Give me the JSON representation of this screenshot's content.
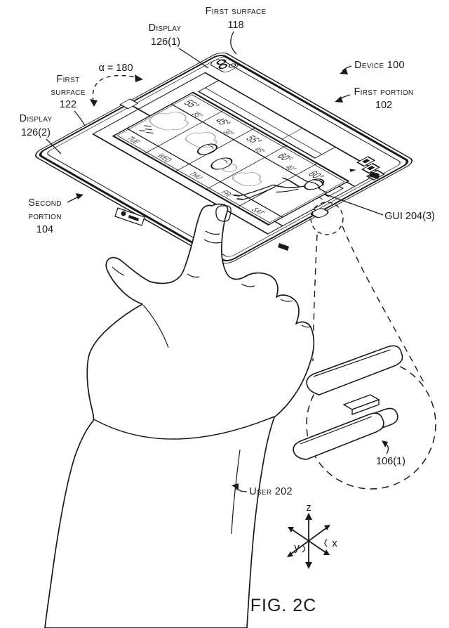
{
  "figure": {
    "caption": "FIG. 2C",
    "type": "patent-drawing"
  },
  "colors": {
    "ink": "#1a1a1a",
    "paper": "#ffffff",
    "cloud_line": "#a9a9a9"
  },
  "labels": {
    "first_surface_118": {
      "line1": "First surface",
      "line2": "118"
    },
    "display_126_1": {
      "line1": "Display",
      "line2": "126(1)"
    },
    "alpha_angle": "α = 180",
    "first_surface_122": {
      "line1": "First",
      "line2": "surface",
      "line3": "122"
    },
    "display_126_2": {
      "line1": "Display",
      "line2": "126(2)"
    },
    "second_portion_104": {
      "line1": "Second",
      "line2": "portion",
      "line3": "104"
    },
    "device_100": "Device 100",
    "first_portion_102": {
      "line1": "First portion",
      "line2": "102"
    },
    "gui_204_3": "GUI 204(3)",
    "hinge_106_1": "106(1)",
    "user_202": "User 202"
  },
  "axis": {
    "x": "x",
    "y": "y",
    "z": "z"
  },
  "gui": {
    "type": "weather-forecast",
    "days": [
      {
        "day": "TUE",
        "high": "55°",
        "low": "35°",
        "icon": "rain-cloud"
      },
      {
        "day": "WED",
        "high": "45°",
        "low": "30°",
        "icon": "cloud-and-sun"
      },
      {
        "day": "THU",
        "high": "55°",
        "low": "45°",
        "icon": "sun-and-cloud"
      },
      {
        "day": "FRI",
        "high": "60°",
        "low": "40°",
        "icon": "cloud"
      },
      {
        "day": "SAT",
        "high": "60°",
        "low": "",
        "icon": "person-graphic"
      }
    ]
  }
}
